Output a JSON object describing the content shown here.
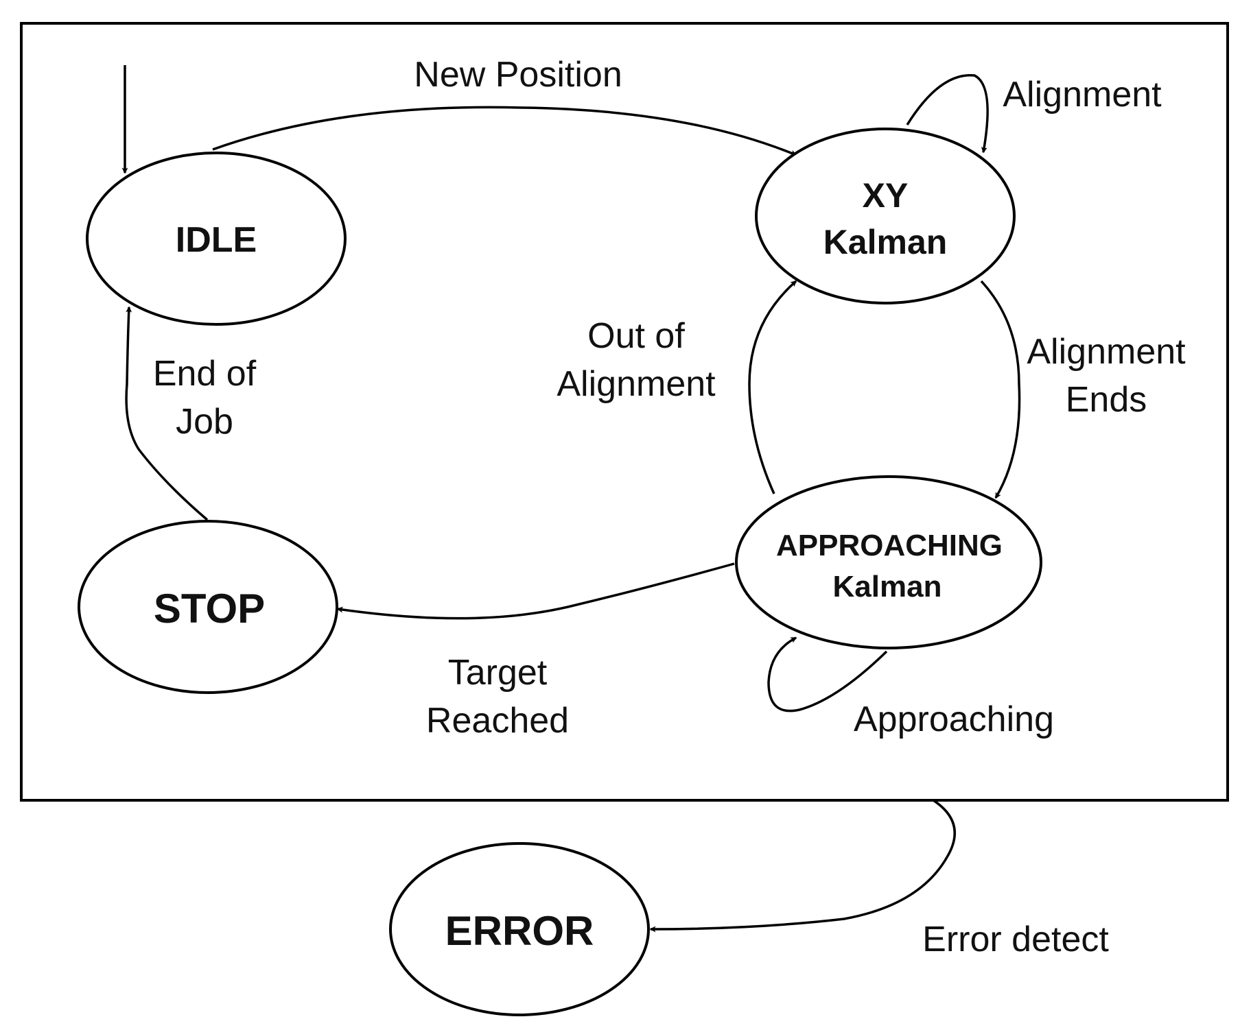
{
  "states": {
    "idle": "IDLE",
    "xy_line1": "XY",
    "xy_line2": "Kalman",
    "approaching_line1": "APPROACHING",
    "approaching_line2": "Kalman",
    "stop": "STOP",
    "error": "ERROR"
  },
  "transitions": {
    "new_position": "New Position",
    "alignment": "Alignment",
    "alignment_ends_line1": "Alignment",
    "alignment_ends_line2": "Ends",
    "out_of_alignment_line1": "Out of",
    "out_of_alignment_line2": "Alignment",
    "approaching": "Approaching",
    "target_reached_line1": "Target",
    "target_reached_line2": "Reached",
    "end_of_job_line1": "End of",
    "end_of_job_line2": "Job",
    "error_detect": "Error detect"
  }
}
